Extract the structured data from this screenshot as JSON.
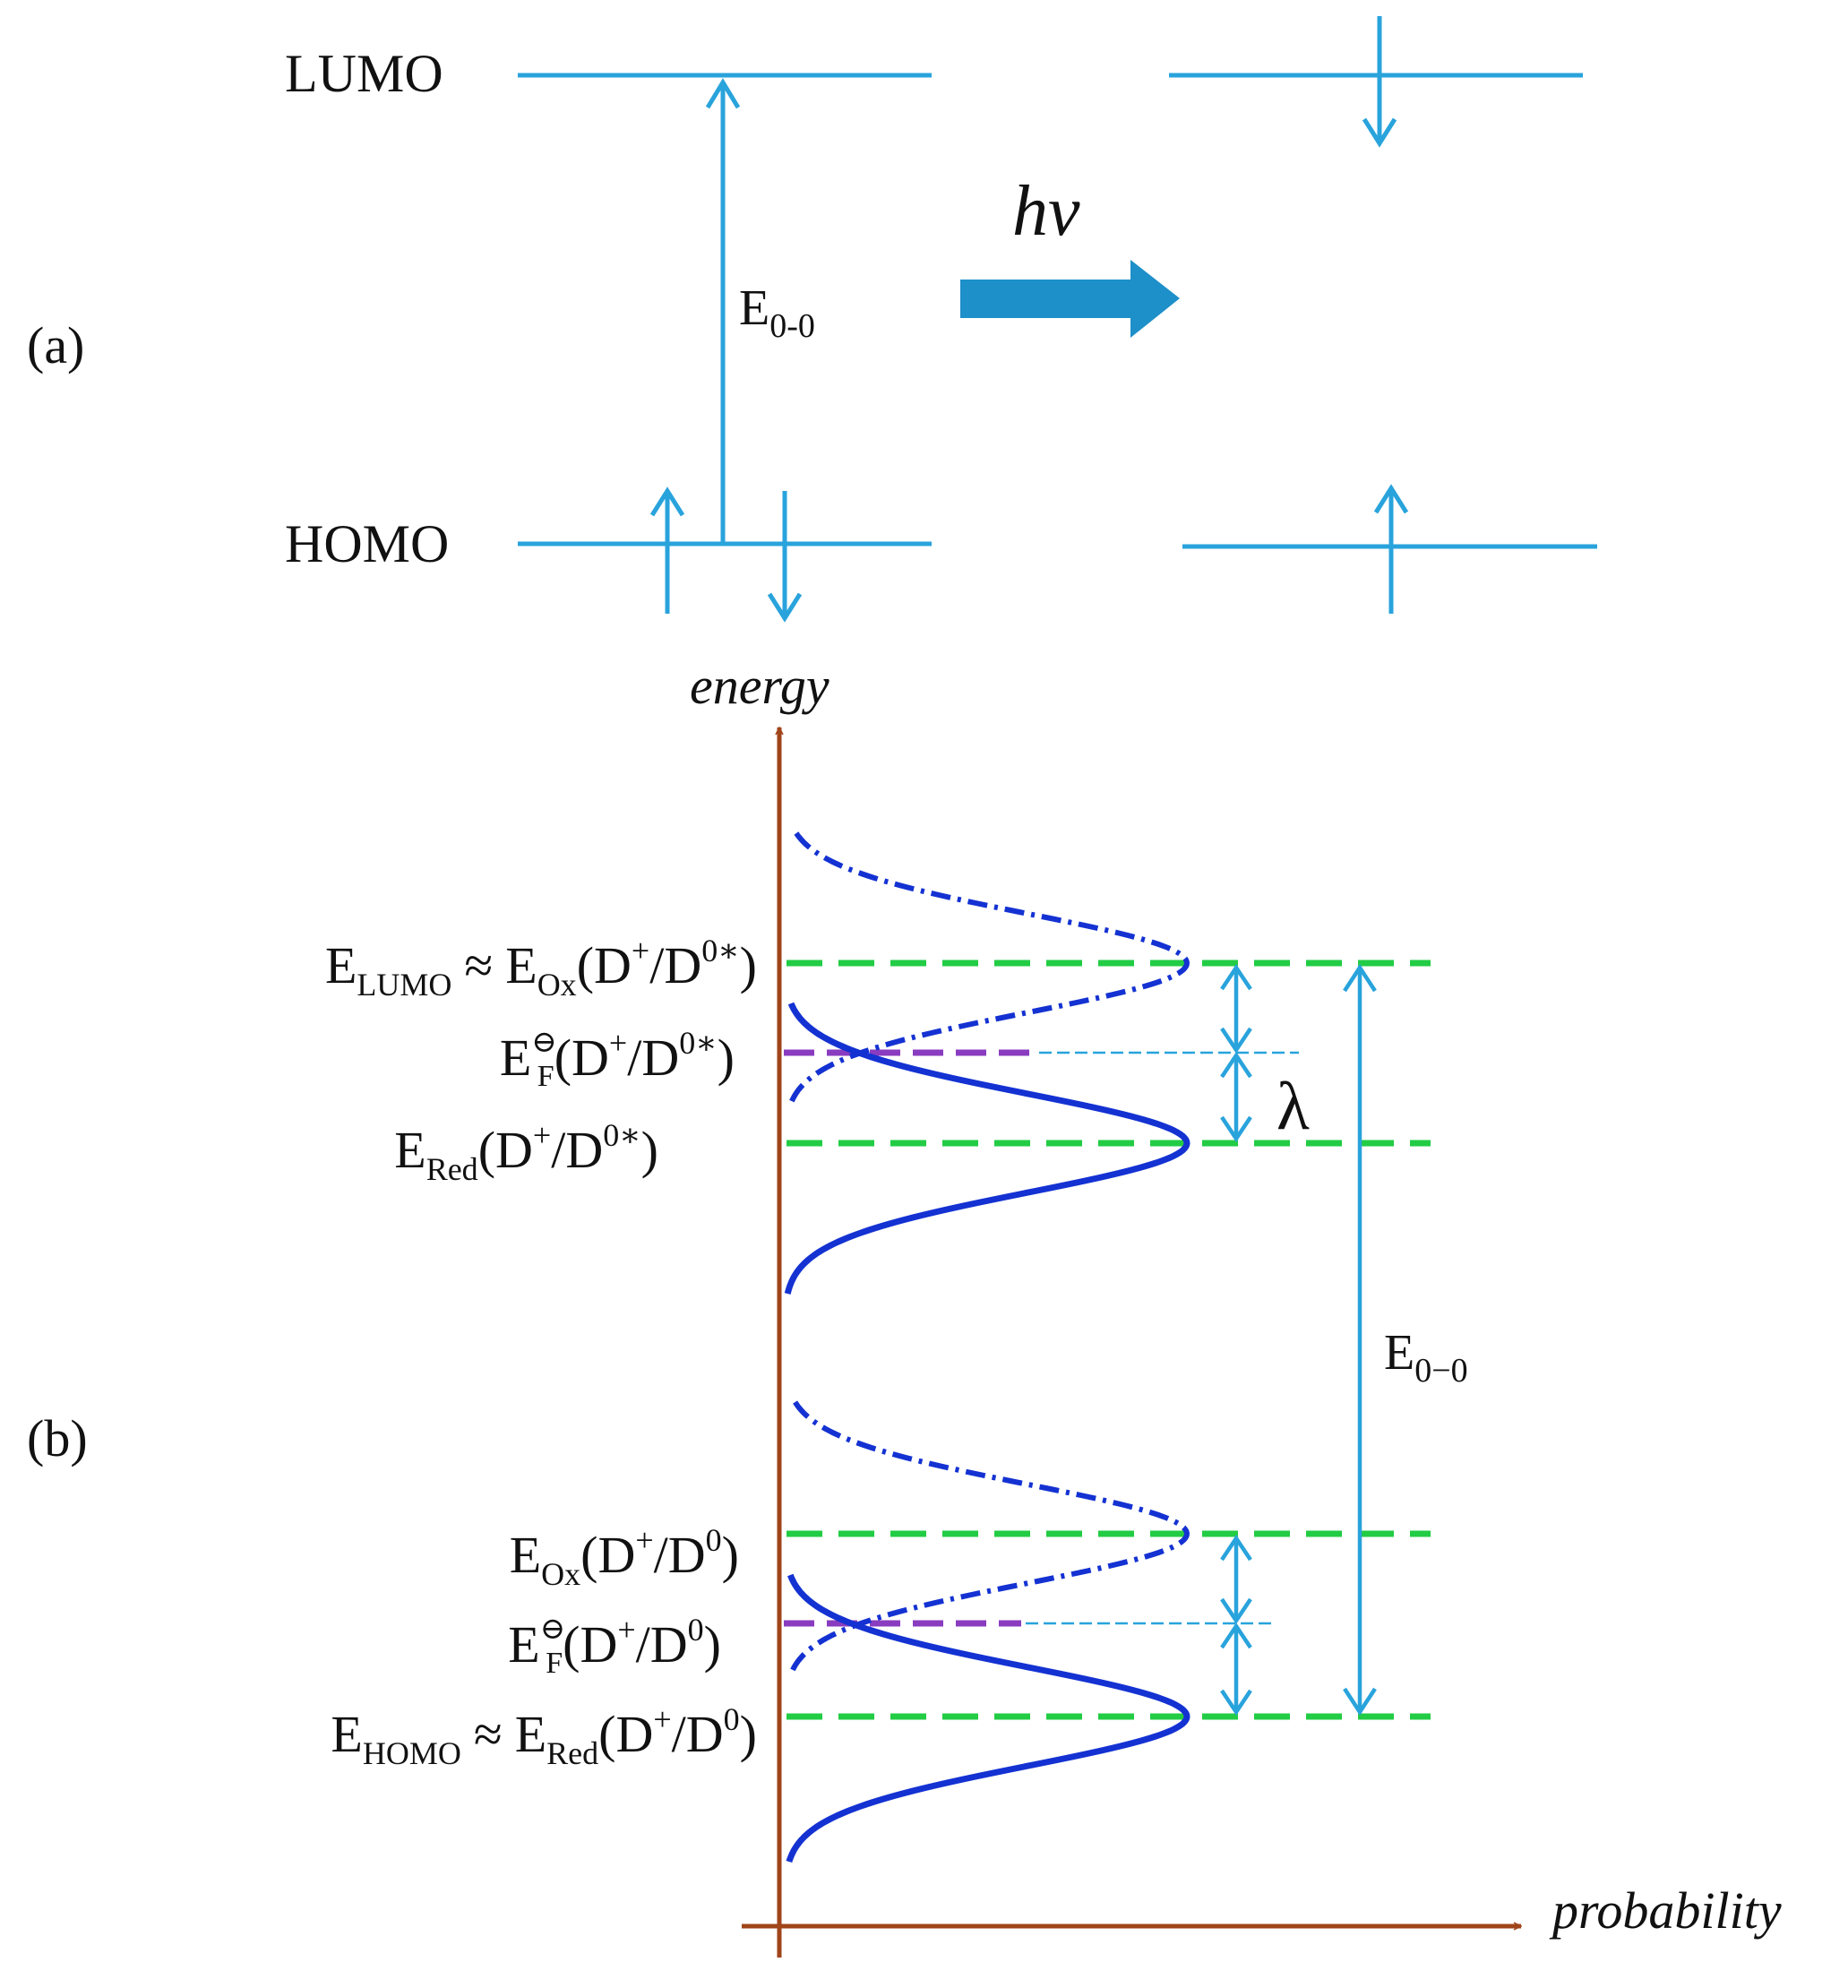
{
  "colors": {
    "level_line": "#29a3dc",
    "hv_arrow": "#1d8fc9",
    "axis": "#a0441a",
    "curve": "#1432d2",
    "green_dash": "#22cc44",
    "purple_dash": "#8a3cc0",
    "text": "#111111"
  },
  "panel_a": {
    "label": "(a)",
    "lumo": "LUMO",
    "homo": "HOMO",
    "gap_main": "E",
    "gap_sub": "0-0",
    "hv": "hν"
  },
  "panel_b": {
    "label": "(b)",
    "y_axis_label": "energy",
    "x_axis_label": "probability",
    "lambda": "λ",
    "gap_main": "E",
    "gap_sub": "0−0",
    "labels": {
      "e_lumo": {
        "e": "E",
        "sub": "LUMO",
        "approx": "≈",
        "e2": "E",
        "sub2": "Ox",
        "redox": "(D",
        "sup1": "+",
        "slash": "/D",
        "sup2": "0∗",
        "close": ")"
      },
      "ef_star": {
        "e": "E",
        "sup0": "⊖",
        "sub": "F",
        "redox": "(D",
        "sup1": "+",
        "slash": "/D",
        "sup2": "0∗",
        "close": ")"
      },
      "ered_star": {
        "e": "E",
        "sub": "Red",
        "redox": "(D",
        "sup1": "+",
        "slash": "/D",
        "sup2": "0∗",
        "close": ")"
      },
      "eox_ground": {
        "e": "E",
        "sub": "Ox",
        "redox": "(D",
        "sup1": "+",
        "slash": "/D",
        "sup2": "0",
        "close": ")"
      },
      "ef_ground": {
        "e": "E",
        "sup0": "⊖",
        "sub": "F",
        "redox": "(D",
        "sup1": "+",
        "slash": "/D",
        "sup2": "0",
        "close": ")"
      },
      "e_homo": {
        "e": "E",
        "sub": "HOMO",
        "approx": "≈",
        "e2": "E",
        "sub2": "Red",
        "redox": "(D",
        "sup1": "+",
        "slash": "/D",
        "sup2": "0",
        "close": ")"
      }
    }
  }
}
